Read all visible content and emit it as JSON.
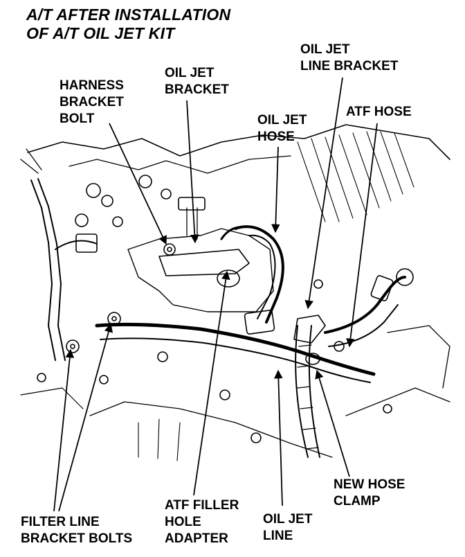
{
  "title": {
    "line1": "A/T AFTER INSTALLATION",
    "line2": "OF A/T OIL JET KIT"
  },
  "callouts": {
    "harness_bracket_bolt": [
      "HARNESS",
      "BRACKET",
      "BOLT"
    ],
    "oil_jet_bracket": [
      "OIL JET",
      "BRACKET"
    ],
    "oil_jet_hose": [
      "OIL JET",
      "HOSE"
    ],
    "oil_jet_line_bracket": [
      "OIL JET",
      "LINE BRACKET"
    ],
    "atf_hose": [
      "ATF HOSE"
    ],
    "new_hose_clamp": [
      "NEW HOSE",
      "CLAMP"
    ],
    "oil_jet_line": [
      "OIL JET",
      "LINE"
    ],
    "atf_filler_hole_adapter": [
      "ATF FILLER",
      "HOLE",
      "ADAPTER"
    ],
    "filter_line_bracket_bolts": [
      "FILTER LINE",
      "BRACKET BOLTS"
    ]
  }
}
